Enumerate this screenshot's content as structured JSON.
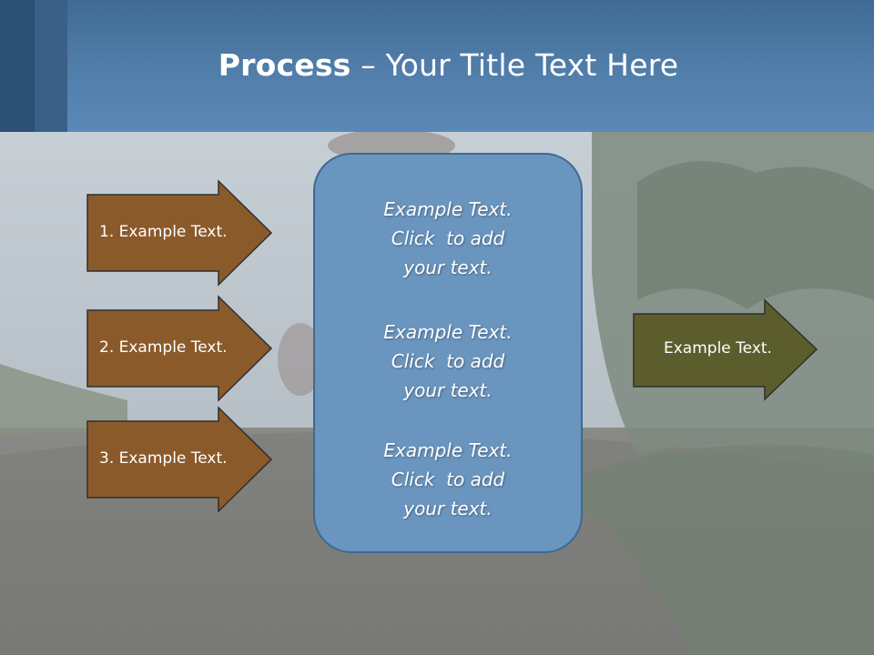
{
  "slide": {
    "title_bold": "Process",
    "title_rest": " – Your Title Text Here"
  },
  "left_steps": [
    {
      "label": "1. Example Text."
    },
    {
      "label": "2. Example Text."
    },
    {
      "label": "3. Example Text."
    }
  ],
  "center_box": {
    "blocks": [
      {
        "lines": [
          "Example Text.",
          "Click  to add",
          "your text."
        ]
      },
      {
        "lines": [
          "Example Text.",
          "Click  to add",
          "your text."
        ]
      },
      {
        "lines": [
          "Example Text.",
          "Click  to add",
          "your text."
        ]
      }
    ]
  },
  "output_arrow": {
    "label": "Example Text."
  },
  "colors": {
    "step_arrow_fill": "#8b5a2b",
    "output_arrow_fill": "#5b5e2c",
    "center_box_fill": "#6a95be",
    "header_blue": "#4f7ba7"
  }
}
